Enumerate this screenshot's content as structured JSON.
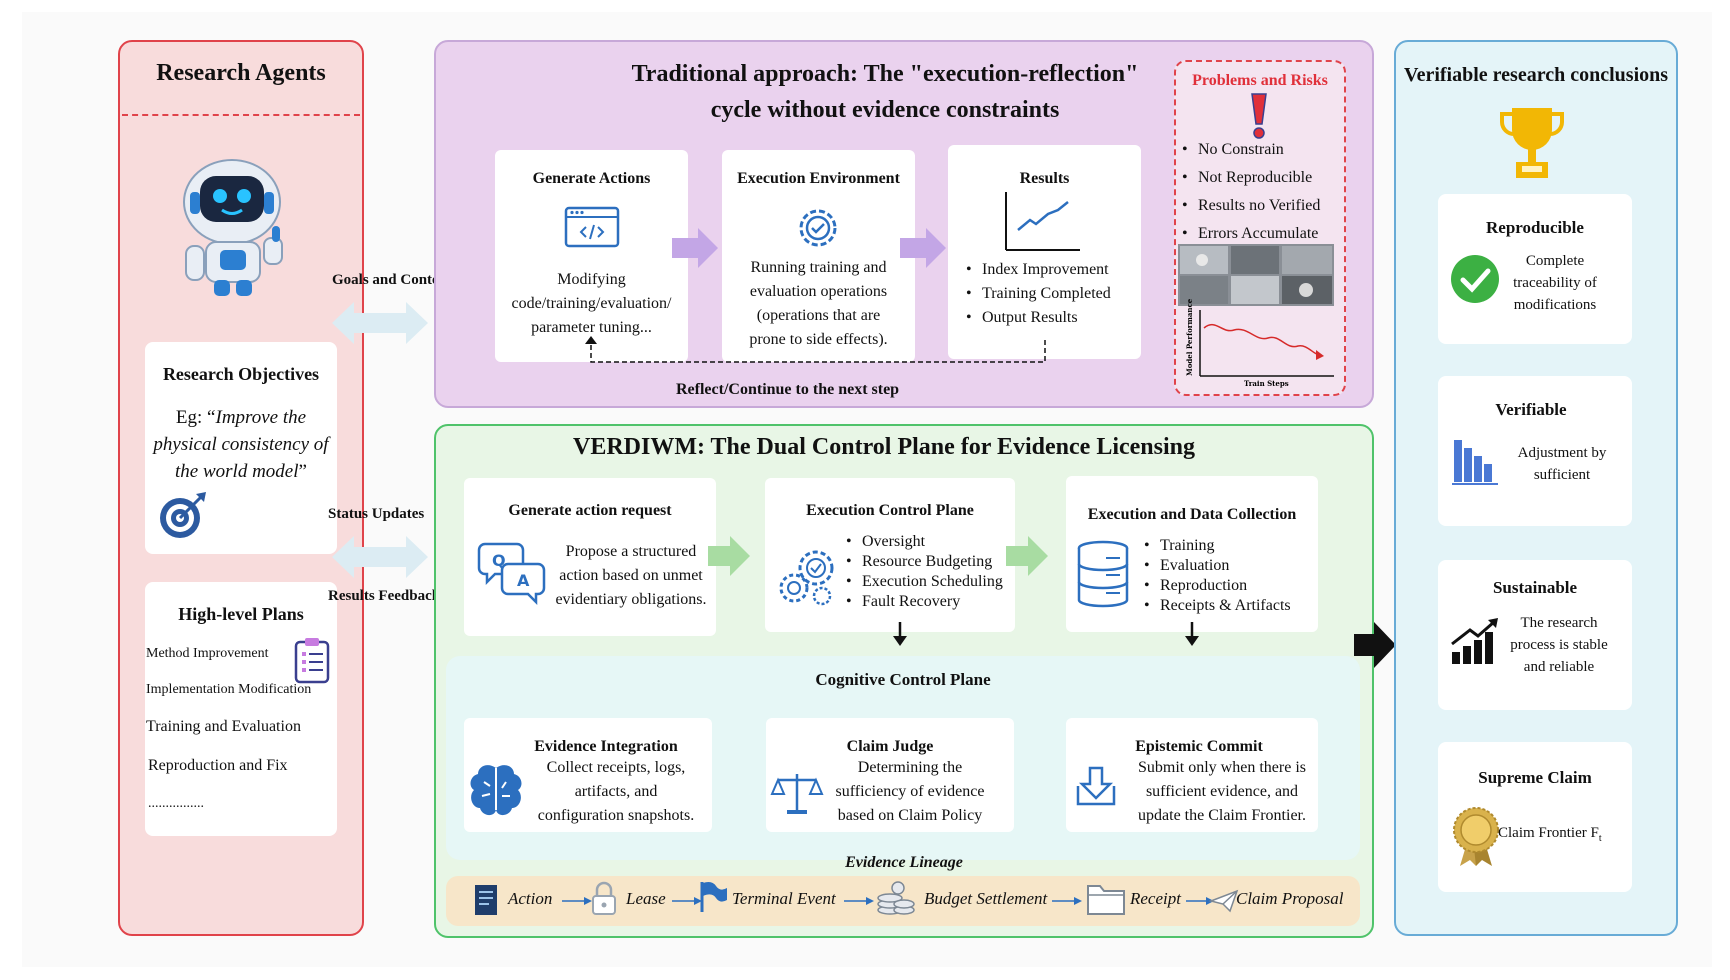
{
  "left": {
    "title": "Research Agents",
    "objectives": {
      "title": "Research Objectives",
      "prefix": "Eg: “",
      "example": "Improve the physical consistency of the world model",
      "suffix": "”"
    },
    "plans": {
      "title": "High-level Plans",
      "items": [
        "Method Improvement",
        "Implementation Modification",
        "Training and Evaluation",
        "Reproduction and Fix",
        "................"
      ]
    }
  },
  "connectors": {
    "goals": "Goals and Context",
    "status": "Status Updates",
    "results": "Results Feedback"
  },
  "traditional": {
    "title_line1": "Traditional approach: The \"execution-reflection\"",
    "title_line2": "cycle without evidence constraints",
    "boxes": [
      {
        "title": "Generate Actions",
        "text": [
          "Modifying",
          "code/training/evaluation/",
          "parameter tuning..."
        ]
      },
      {
        "title": "Execution Environment",
        "text": [
          "Running training and",
          "evaluation operations",
          "(operations that are",
          "prone to side effects)."
        ]
      },
      {
        "title": "Results",
        "items": [
          "Index Improvement",
          "Training Completed",
          "Output Results"
        ]
      }
    ],
    "loop_label": "Reflect/Continue to the next step",
    "problems": {
      "title": "Problems and Risks",
      "items": [
        "No Constrain",
        "Not Reproducible",
        "Results no Verified",
        "Errors Accumulate"
      ],
      "chart_ylabel": "Model Performance",
      "chart_xlabel": "Train Steps"
    }
  },
  "verdiwm": {
    "title": "VERDIWM: The Dual Control Plane for Evidence Licensing",
    "top_boxes": [
      {
        "title": "Generate action request",
        "text": [
          "Propose a structured",
          "action based on unmet",
          "evidentiary obligations."
        ]
      },
      {
        "title": "Execution Control Plane",
        "items": [
          "Oversight",
          "Resource Budgeting",
          "Execution Scheduling",
          "Fault Recovery"
        ]
      },
      {
        "title": "Execution and Data Collection",
        "items": [
          "Training",
          "Evaluation",
          "Reproduction",
          "Receipts & Artifacts"
        ]
      }
    ],
    "cognitive": {
      "title": "Cognitive Control Plane",
      "boxes": [
        {
          "title": "Evidence Integration",
          "text": [
            "Collect receipts, logs,",
            "artifacts, and",
            "configuration snapshots."
          ]
        },
        {
          "title": "Claim Judge",
          "text": [
            "Determining the",
            "sufficiency of evidence",
            "based on Claim Policy"
          ]
        },
        {
          "title": "Epistemic Commit",
          "text": [
            "Submit only when there is",
            "sufficient evidence, and",
            "update the Claim Frontier."
          ]
        }
      ]
    },
    "lineage": {
      "label": "Evidence Lineage",
      "items": [
        "Action",
        "Lease",
        "Terminal Event",
        "Budget Settlement",
        "Receipt",
        "Claim Proposal"
      ]
    }
  },
  "right": {
    "title": "Verifiable research conclusions",
    "cards": [
      {
        "title": "Reproducible",
        "text": [
          "Complete",
          "traceability of",
          "modifications"
        ]
      },
      {
        "title": "Verifiable",
        "text": [
          "Adjustment by",
          "sufficient"
        ]
      },
      {
        "title": "Sustainable",
        "text": [
          "The research",
          "process is stable",
          "and reliable"
        ]
      },
      {
        "title": "Supreme Claim",
        "text": [
          "Claim Frontier F"
        ],
        "subscript": "t"
      }
    ]
  },
  "colors": {
    "left_border": "#e0434a",
    "purple_panel": "#ead2ee",
    "green_panel": "#e8f6e6",
    "right_border": "#68abd6",
    "accent_blue": "#2c6fbf",
    "arrow_purple": "#c3a6e6",
    "arrow_green": "#a8dca2"
  }
}
